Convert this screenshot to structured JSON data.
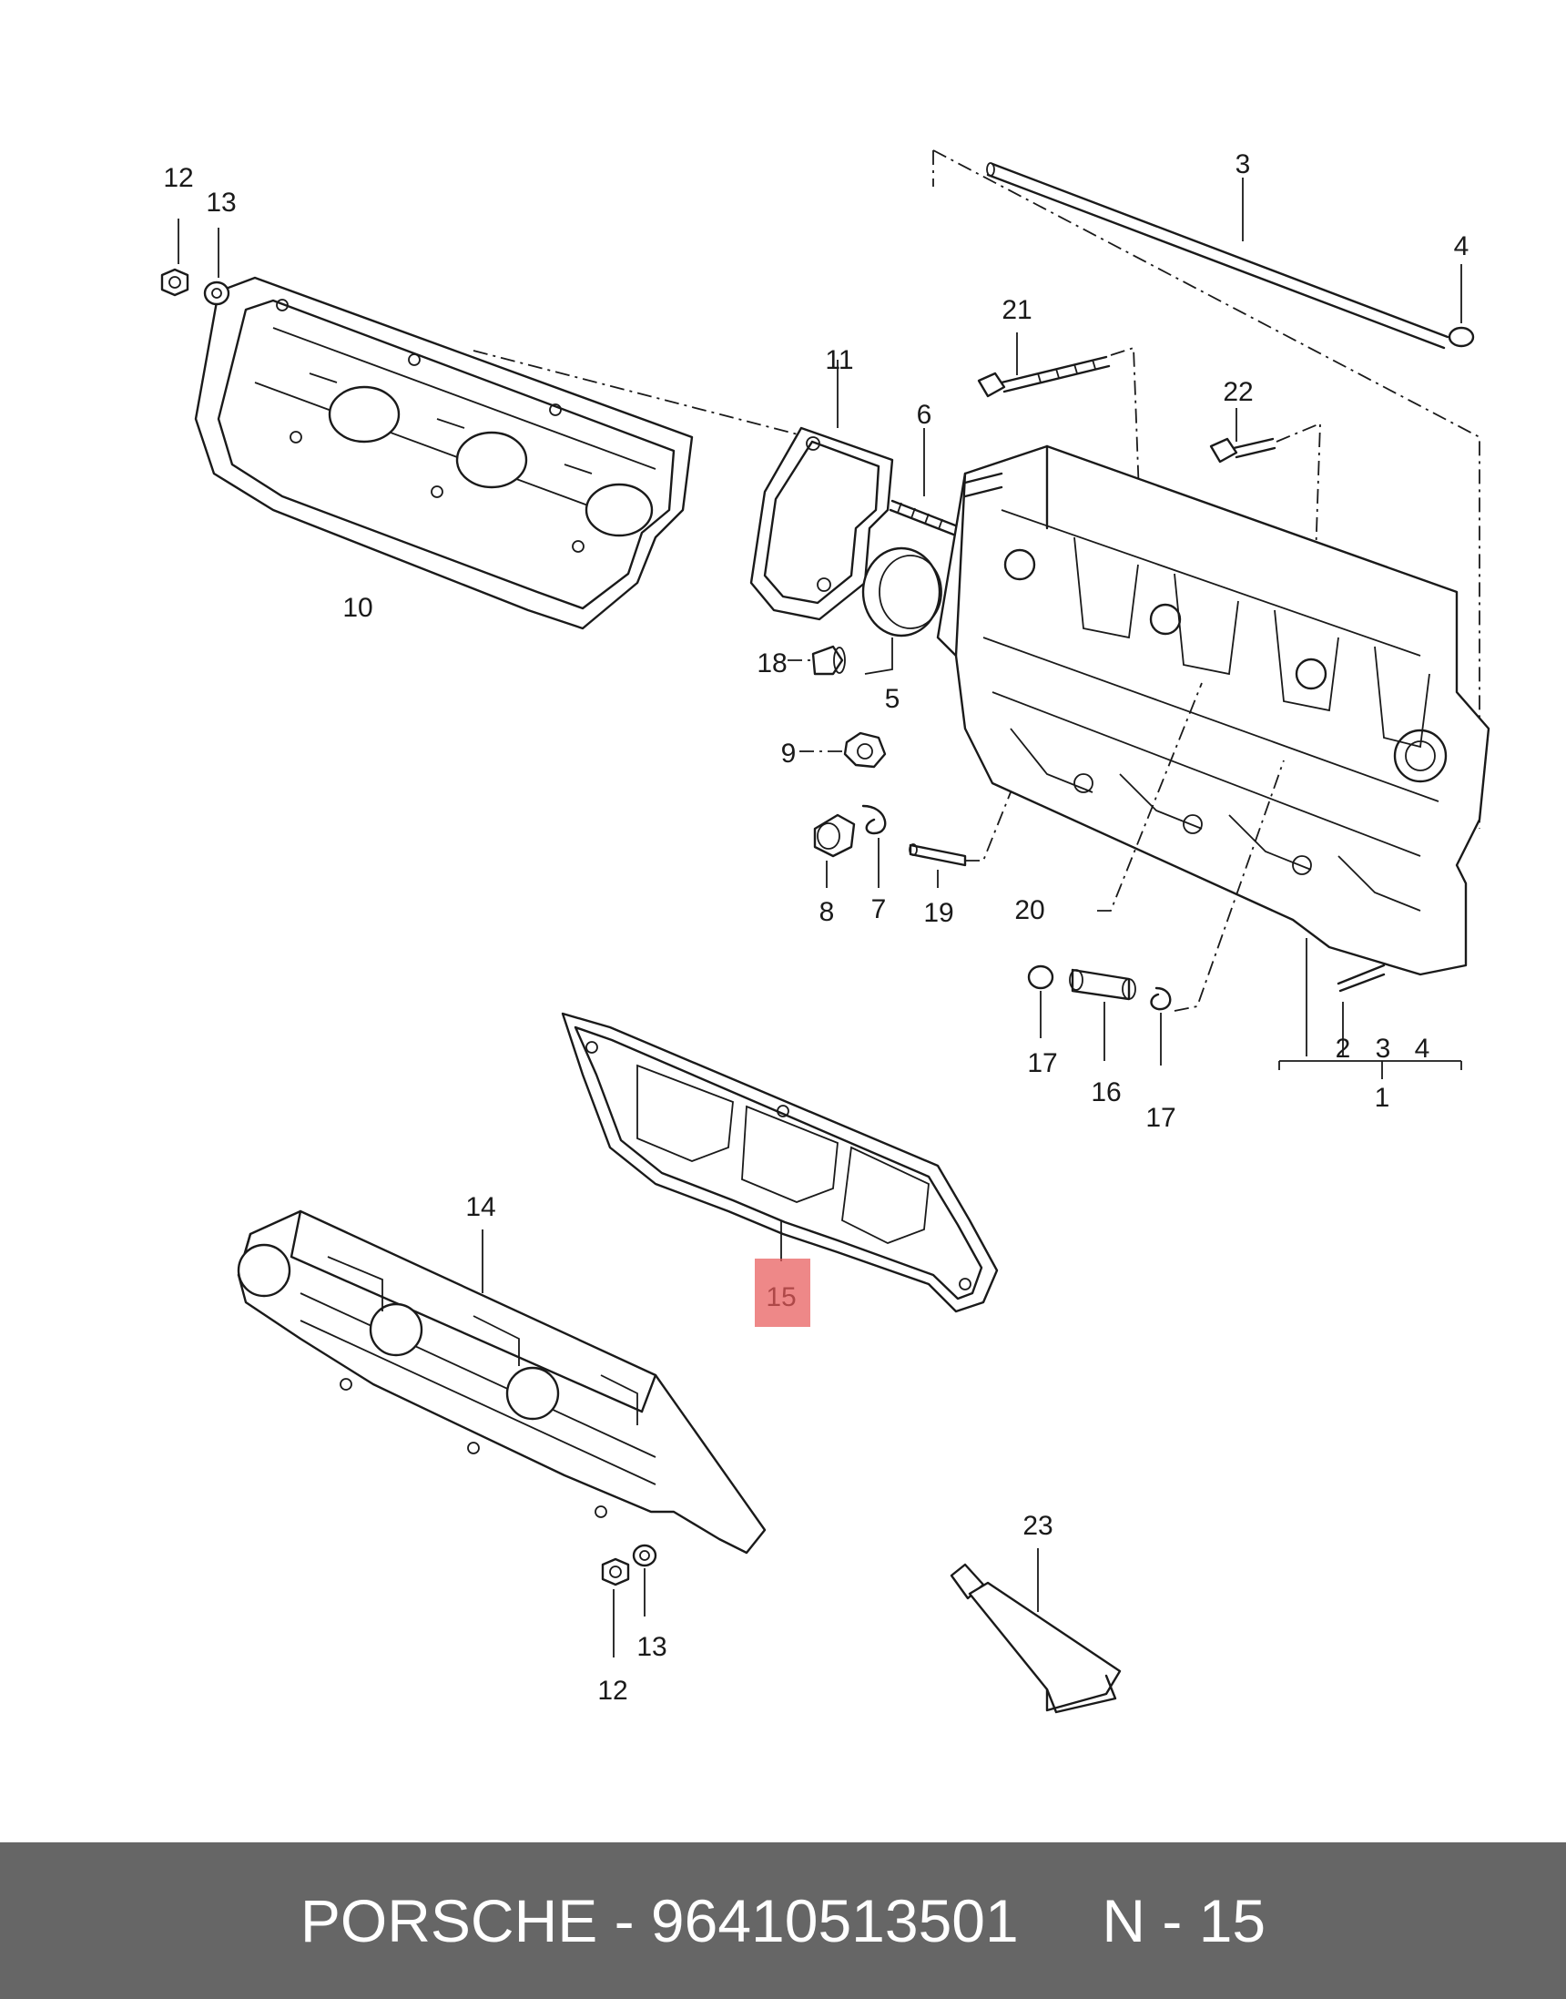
{
  "diagram": {
    "callouts": [
      {
        "id": "c1",
        "text": "12"
      },
      {
        "id": "c2",
        "text": "13"
      },
      {
        "id": "c3",
        "text": "3"
      },
      {
        "id": "c4",
        "text": "4"
      },
      {
        "id": "c5",
        "text": "21"
      },
      {
        "id": "c6",
        "text": "11"
      },
      {
        "id": "c7",
        "text": "6"
      },
      {
        "id": "c8",
        "text": "22"
      },
      {
        "id": "c9",
        "text": "10"
      },
      {
        "id": "c10",
        "text": "18"
      },
      {
        "id": "c11",
        "text": "5"
      },
      {
        "id": "c12",
        "text": "9"
      },
      {
        "id": "c13",
        "text": "8"
      },
      {
        "id": "c14",
        "text": "7"
      },
      {
        "id": "c15",
        "text": "19"
      },
      {
        "id": "c16",
        "text": "20"
      },
      {
        "id": "c17",
        "text": "17"
      },
      {
        "id": "c18",
        "text": "16"
      },
      {
        "id": "c19",
        "text": "17"
      },
      {
        "id": "c20",
        "text": "2"
      },
      {
        "id": "c21",
        "text": "3"
      },
      {
        "id": "c22",
        "text": "4"
      },
      {
        "id": "c23",
        "text": "1"
      },
      {
        "id": "c24",
        "text": "14"
      },
      {
        "id": "c25",
        "text": "15"
      },
      {
        "id": "c26",
        "text": "23"
      },
      {
        "id": "c27",
        "text": "13"
      },
      {
        "id": "c28",
        "text": "12"
      }
    ],
    "highlighted_callout": "15",
    "highlight_color": "#e85a5a"
  },
  "footer": {
    "brand": "PORSCHE",
    "part_number": "96410513501",
    "code": "N - 15",
    "background_color": "#666666",
    "text_color": "#ffffff"
  }
}
